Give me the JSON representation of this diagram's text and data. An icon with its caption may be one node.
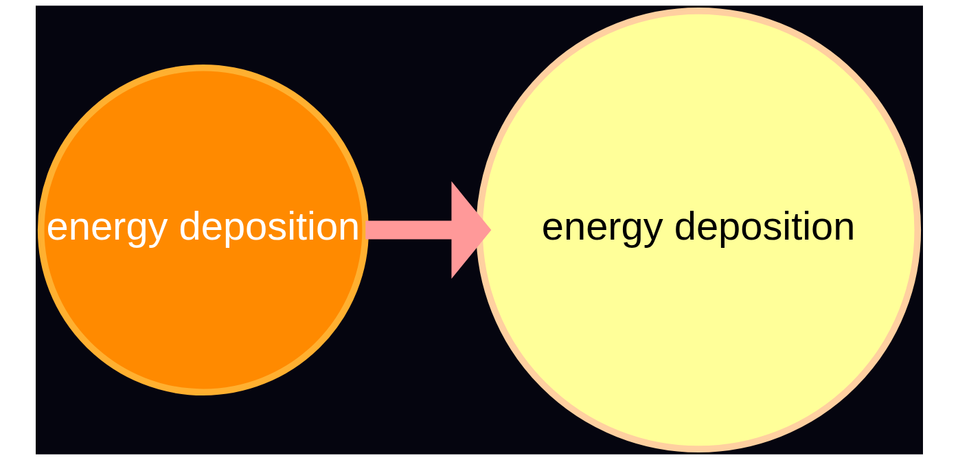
{
  "diagram": {
    "nodes": [
      {
        "text": [
          "energy deposition"
        ]
      },
      {
        "text": [
          "energy deposition"
        ]
      }
    ],
    "edges": [
      {
        "from": 0,
        "to": 1,
        "arrow": "to"
      }
    ]
  }
}
